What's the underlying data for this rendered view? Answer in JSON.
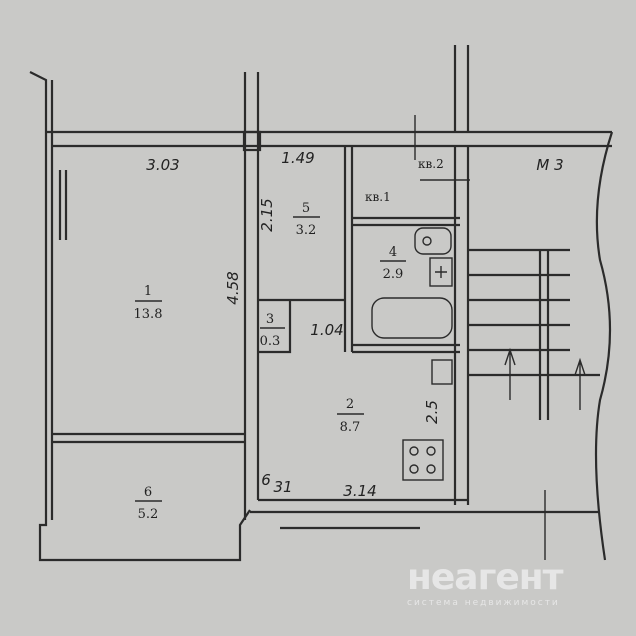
{
  "rooms": [
    {
      "number": "1",
      "area": "13.8"
    },
    {
      "number": "2",
      "area": "8.7"
    },
    {
      "number": "3",
      "area": "0.3"
    },
    {
      "number": "4",
      "area": "2.9"
    },
    {
      "number": "5",
      "area": "3.2"
    },
    {
      "number": "6",
      "area": "5.2"
    }
  ],
  "dimensions": {
    "d1": "3.03",
    "d2": "1.49",
    "d3": "2.15",
    "d4": "4.58",
    "d5": "1.04",
    "d6": "2.5",
    "d7": "3.14",
    "d8": "6",
    "d9": "31"
  },
  "labels": {
    "apt1": "кв.1",
    "apt2": "кв.2",
    "stair": "М 3"
  },
  "watermark": {
    "logo": "неагент",
    "tagline": "система недвижимости"
  }
}
